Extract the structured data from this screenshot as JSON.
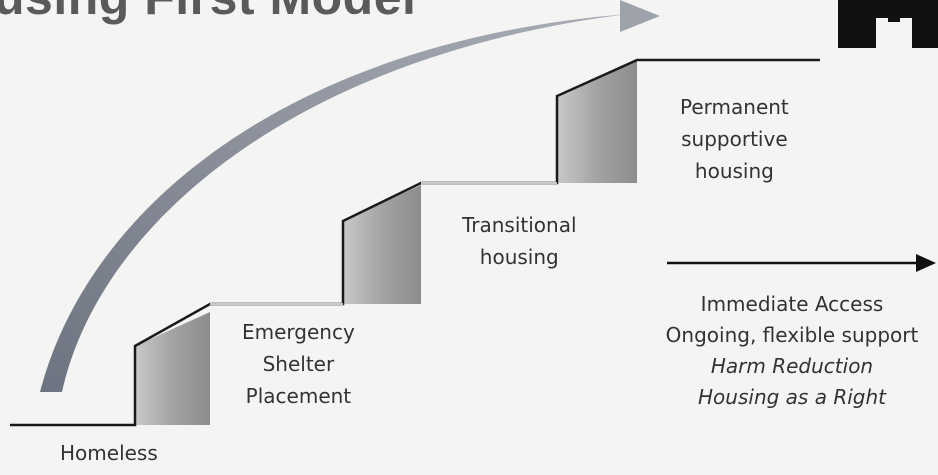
{
  "title": "using First Model",
  "steps": {
    "homeless": "Homeless",
    "emergency": [
      "Emergency",
      "Shelter",
      "Placement"
    ],
    "transitional": [
      "Transitional",
      "housing"
    ],
    "permanent": [
      "Permanent",
      "supportive",
      "housing"
    ]
  },
  "housing_first_notes": [
    "Immediate Access",
    "Ongoing, flexible support",
    "Harm Reduction",
    "Housing as a Right"
  ],
  "colors": {
    "arc_arrow": "#8a8f99",
    "riser": "#9a9a9a",
    "line": "#1a1a1a",
    "logo": "#111111"
  }
}
